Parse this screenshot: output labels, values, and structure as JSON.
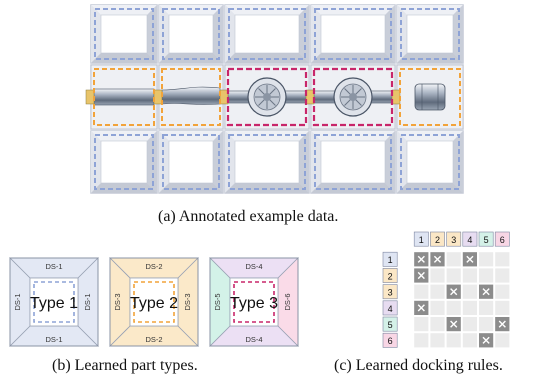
{
  "captions": {
    "a": "(a) Annotated example data.",
    "b": "(b) Learned part types.",
    "c": "(c) Learned docking rules."
  },
  "colors": {
    "ds1": "#8ea3d6",
    "ds2": "#f2a33a",
    "ds3": "#f2a33a",
    "ds4": "#b79bd6",
    "ds5": "#4cc3a6",
    "ds6": "#e37fb0",
    "type1": "#8ea3d6",
    "type2": "#f2a33a",
    "type3": "#c8266a"
  },
  "part_types": [
    {
      "label": "Type 1",
      "top": "DS-1",
      "bottom": "DS-1",
      "left": "DS-1",
      "right": "DS-1"
    },
    {
      "label": "Type 2",
      "top": "DS-2",
      "bottom": "DS-2",
      "left": "DS-3",
      "right": "DS-3"
    },
    {
      "label": "Type 3",
      "top": "DS-4",
      "bottom": "DS-4",
      "left": "DS-5",
      "right": "DS-6"
    }
  ],
  "docking": {
    "headers": [
      "1",
      "2",
      "3",
      "4",
      "5",
      "6"
    ],
    "header_colors": [
      "#dfe5f3",
      "#fbe7c6",
      "#fbe7c6",
      "#e7dcf1",
      "#d4f1e8",
      "#f8d6e5"
    ],
    "marks": [
      [
        0,
        0
      ],
      [
        0,
        1
      ],
      [
        0,
        3
      ],
      [
        1,
        0
      ],
      [
        2,
        2
      ],
      [
        2,
        4
      ],
      [
        3,
        0
      ],
      [
        4,
        2
      ],
      [
        4,
        5
      ],
      [
        5,
        4
      ]
    ]
  }
}
